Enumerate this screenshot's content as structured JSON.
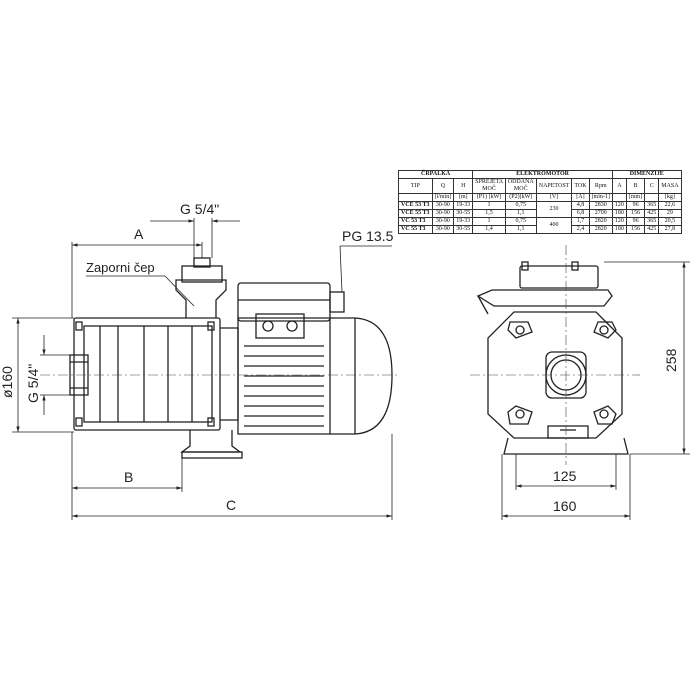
{
  "labels": {
    "thread_top": "G 5/4\"",
    "thread_side": "G 5/4\"",
    "cable_gland": "PG 13.5",
    "drain_plug": "Zaporni čep",
    "diameter": "ø160",
    "dim_a": "A",
    "dim_b": "B",
    "dim_c": "C",
    "dim_height": "258",
    "dim_foot_inner": "125",
    "dim_foot_outer": "160"
  },
  "table": {
    "group_pump": "ČRPALKA",
    "group_motor": "ELEKTROMOTOR",
    "group_dims": "DIMENZIJE",
    "headers": [
      "TIP",
      "Q",
      "H",
      "SPREJETA MOČ",
      "ODDANA MOČ",
      "NAPETOST",
      "TOK",
      "Rpm",
      "A",
      "B",
      "C",
      "MASA"
    ],
    "units": [
      "",
      "[l/min]",
      "[m]",
      "(P1) [kW]",
      "(P2)[kW]",
      "[V]",
      "[A]",
      "[min-1]",
      "",
      "[mm]",
      "",
      "[kg]"
    ],
    "voltage_1ph": "230",
    "voltage_3ph": "400",
    "rows": [
      {
        "tip": "VCE 53 T3",
        "q": "30-90",
        "h": "19-33",
        "p1": "1",
        "p2": "0,75",
        "tok": "4,8",
        "rpm": "2830",
        "a": "120",
        "b": "96",
        "c": "365",
        "masa": "22,6"
      },
      {
        "tip": "VCE 55 T3",
        "q": "30-90",
        "h": "30-55",
        "p1": "1,5",
        "p2": "1,1",
        "tok": "6,8",
        "rpm": "2700",
        "a": "180",
        "b": "156",
        "c": "425",
        "masa": "29"
      },
      {
        "tip": "VC 53 T3",
        "q": "30-90",
        "h": "19-33",
        "p1": "1",
        "p2": "0,75",
        "tok": "1,7",
        "rpm": "2820",
        "a": "120",
        "b": "96",
        "c": "365",
        "masa": "20,5"
      },
      {
        "tip": "VC 55 T3",
        "q": "30-90",
        "h": "30-55",
        "p1": "1,4",
        "p2": "1,1",
        "tok": "2,4",
        "rpm": "2820",
        "a": "180",
        "b": "156",
        "c": "425",
        "masa": "27,8"
      }
    ]
  }
}
